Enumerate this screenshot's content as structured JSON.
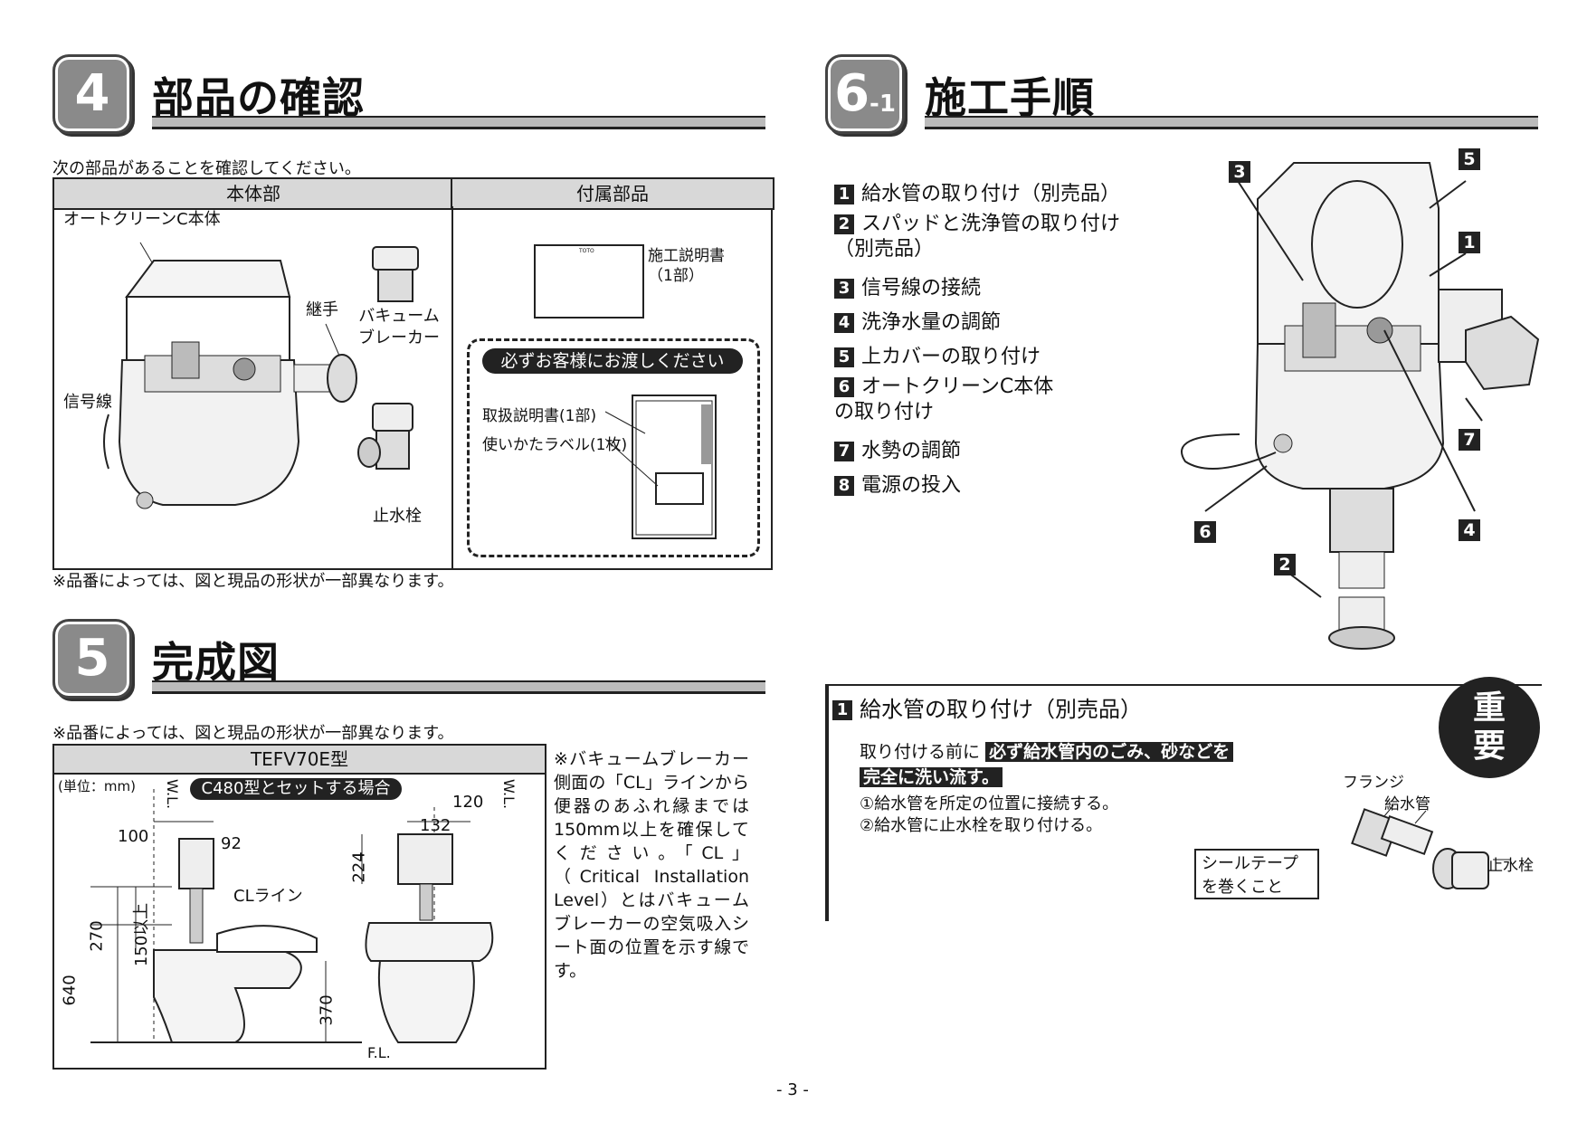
{
  "sec4": {
    "num": "4",
    "title": "部品の確認",
    "intro": "次の部品があることを確認してください。",
    "col_main": "本体部",
    "col_acc": "付属部品",
    "main_labels": {
      "body": "オートクリーンC本体",
      "joint": "継手",
      "vb": "バキューム\nブレーカー",
      "signal": "信号線",
      "stop": "止水栓"
    },
    "acc_labels": {
      "install_manual": "施工説明書\n（1部）",
      "must_give": "必ずお客様にお渡しください",
      "user_manual": "取扱説明書(1部)",
      "label": "使いかたラベル(1枚)",
      "logo": "TOTO"
    },
    "footnote": "※品番によっては、図と現品の形状が一部異なります。"
  },
  "sec5": {
    "num": "5",
    "title": "完成図",
    "note": "※品番によっては、図と現品の形状が一部異なります。",
    "model": "TEFV70E型",
    "unit": "(単位：mm)",
    "set_label": "C480型とセットする場合",
    "wl": "W.L.",
    "fl": "F.L.",
    "cl_line": "CLライン",
    "dims": {
      "d100": "100",
      "d92": "92",
      "d120": "120",
      "d132": "132",
      "d224": "224",
      "d270": "270",
      "d150": "150以上",
      "d640": "640",
      "d370": "370"
    },
    "side_note": "※バキュームブレーカー側面の「CL」ラインから便器のあふれ縁までは 150mm以上を確保してください。「CL」（Critical Installation Level）とはバキュームブレーカーの空気吸入シート面の位置を示す線です。"
  },
  "sec61": {
    "num": "6",
    "num_sub": "-1",
    "title": "施工手順",
    "steps": [
      {
        "n": "1",
        "t": "給水管の取り付け（別売品）"
      },
      {
        "n": "2",
        "t": "スパッドと洗浄管の取り付け\n（別売品）"
      },
      {
        "n": "3",
        "t": "信号線の接続"
      },
      {
        "n": "4",
        "t": "洗浄水量の調節"
      },
      {
        "n": "5",
        "t": "上カバーの取り付け"
      },
      {
        "n": "6",
        "t": "オートクリーンC本体\nの取り付け"
      },
      {
        "n": "7",
        "t": "水勢の調節"
      },
      {
        "n": "8",
        "t": "電源の投入"
      }
    ],
    "callouts": [
      "3",
      "5",
      "1",
      "7",
      "6",
      "4",
      "2"
    ]
  },
  "step1": {
    "n": "1",
    "title": "給水管の取り付け（別売品）",
    "important": "重\n要",
    "before": "取り付ける前に",
    "hl1": "必ず給水管内のごみ、砂などを",
    "hl2": "完全に洗い流す。",
    "item1": "①給水管を所定の位置に接続する。",
    "item2": "②給水管に止水栓を取り付ける。",
    "flange": "フランジ",
    "pipe": "給水管",
    "stopcock": "止水栓",
    "seal": "シールテープ\nを巻くこと"
  },
  "page": "- 3 -"
}
